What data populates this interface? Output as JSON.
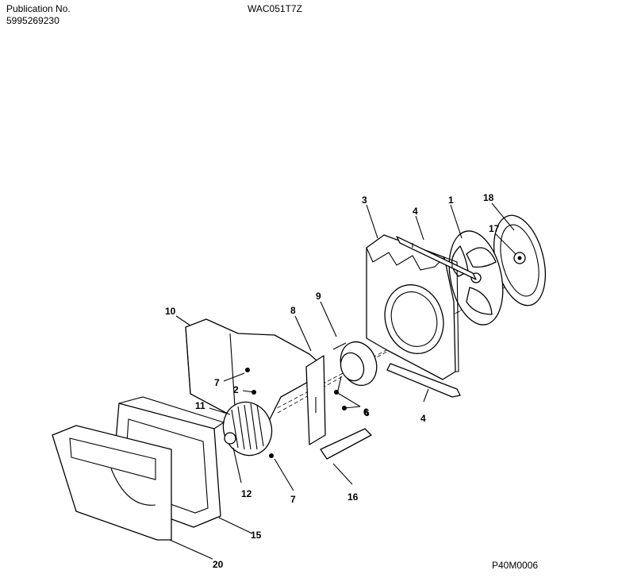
{
  "header": {
    "publication_label": "Publication No.",
    "publication_number": "5995269230",
    "model": "WAC051T7Z"
  },
  "callouts": [
    "1",
    "2",
    "3",
    "4",
    "4",
    "6",
    "6",
    "7",
    "7",
    "8",
    "9",
    "10",
    "11",
    "12",
    "15",
    "16",
    "17",
    "18",
    "20"
  ],
  "figure_code": "P40M0006"
}
